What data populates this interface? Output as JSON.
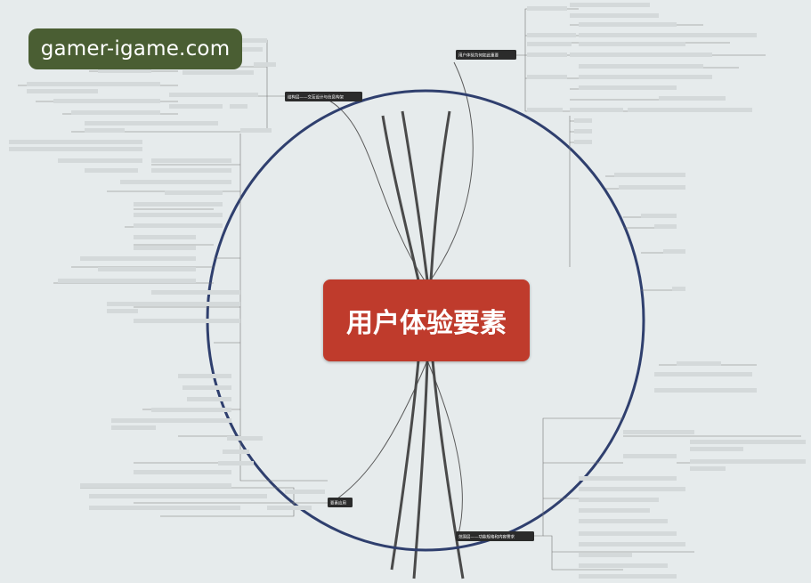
{
  "watermark": {
    "text": "gamer-igame.com"
  },
  "center": {
    "label": "用户体验要素"
  },
  "branches": {
    "top_right": "用户体验为何如此重要",
    "top_left": "结构层——交互设计与信息构架",
    "bottom_right": "范围层——功能规格和内容需求",
    "bottom_left": "要素应用"
  },
  "colors": {
    "center_fill": "#bf3b2c",
    "ellipse_stroke": "#2f3f6e",
    "branch_fill": "#2b2b2b",
    "background": "#e6ebec",
    "watermark_fill": "#4a5e33"
  }
}
